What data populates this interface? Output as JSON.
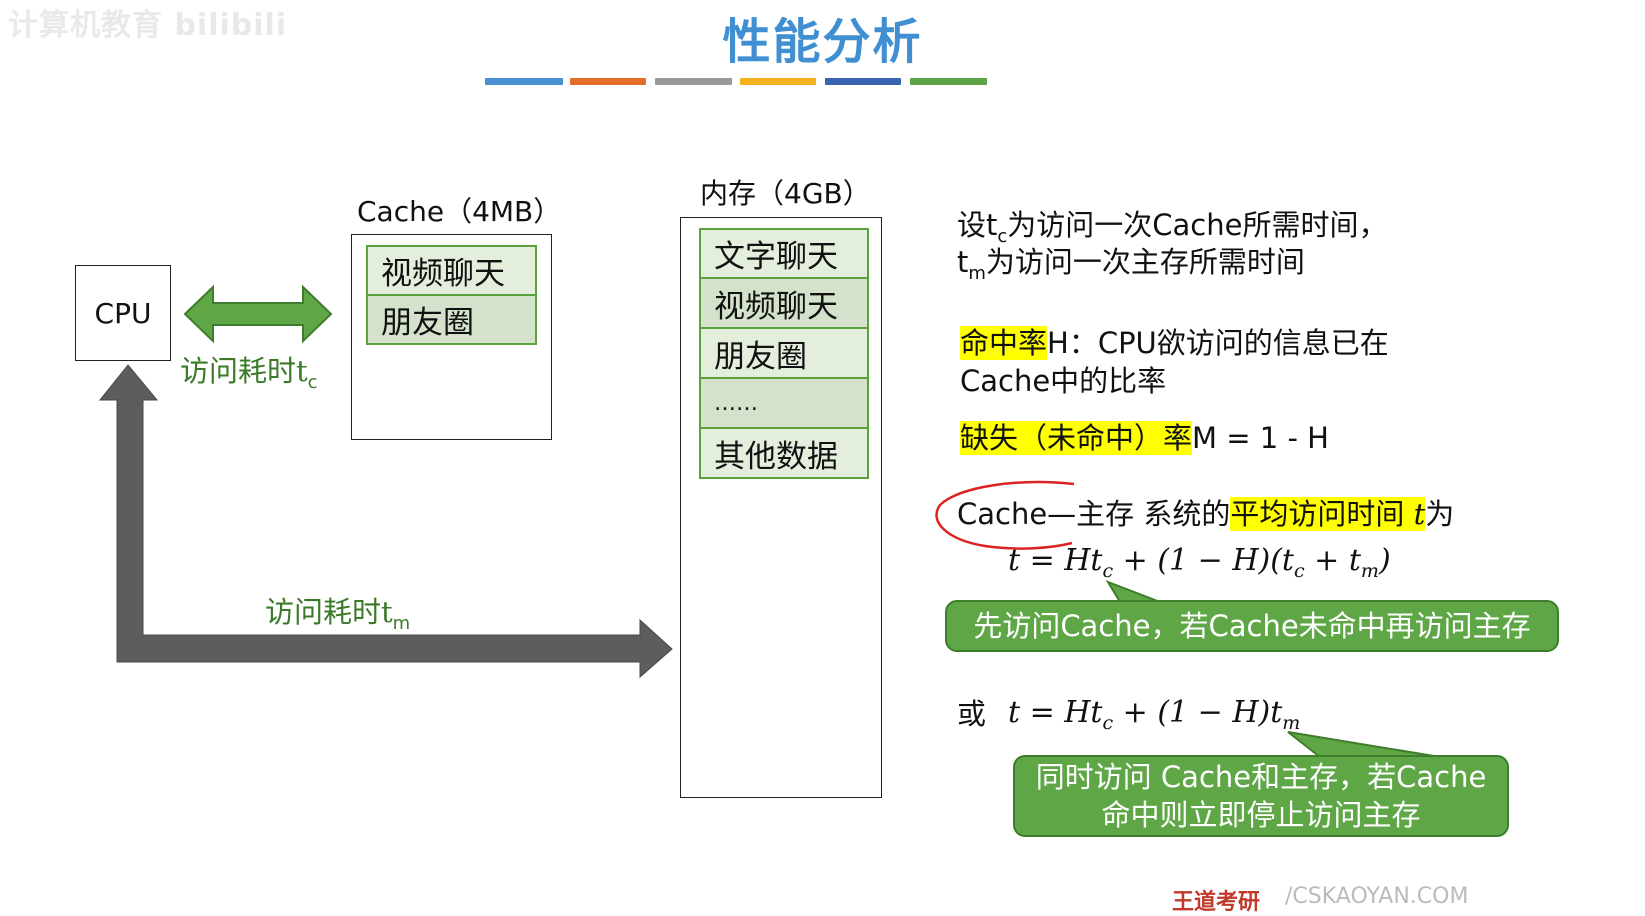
{
  "watermark": "计算机教育 bilibili",
  "title": "性能分析",
  "color_bars": [
    "#4a8fcf",
    "#e36f2b",
    "#9a9a9a",
    "#f2b21d",
    "#3a63b0",
    "#5ba346"
  ],
  "cpu": {
    "label": "CPU"
  },
  "cache": {
    "label": "Cache（4MB）",
    "items": [
      "视频聊天",
      "朋友圈"
    ],
    "access_label": "访问耗时",
    "access_sub": "c"
  },
  "memory": {
    "label": "内存（4GB）",
    "items": [
      "文字聊天",
      "视频聊天",
      "朋友圈",
      "……",
      "其他数据"
    ],
    "access_label": "访问耗时",
    "access_sub": "m"
  },
  "explanation": {
    "line1_pre": "设t",
    "line1_sub": "c",
    "line1_post": "为访问一次Cache所需时间，",
    "line2_pre": "t",
    "line2_sub": "m",
    "line2_post": "为访问一次主存所需时间",
    "hit_hl": "命中率",
    "hit_rest": "H：CPU欲访问的信息已在",
    "hit_line2": "Cache中的比率",
    "miss_hl": "缺失（未命中）率",
    "miss_rest": "M = 1 - H",
    "avg_pre": "Cache—主存 系统的",
    "avg_hl": "平均访问时间",
    "avg_var": "t",
    "avg_post": "为",
    "or_label": "或"
  },
  "formula1": {
    "text": "t = Ht_c + (1 − H)(t_c + t_m)"
  },
  "formula2": {
    "text": "t = Ht_c + (1 − H)t_m"
  },
  "callout1": "先访问Cache，若Cache未命中再访问主存",
  "callout2_line1": "同时访问 Cache和主存，若Cache",
  "callout2_line2": "命中则立即停止访问主存",
  "footer": {
    "brand": "王道考研",
    "url": "/CSKAOYAN.COM"
  }
}
